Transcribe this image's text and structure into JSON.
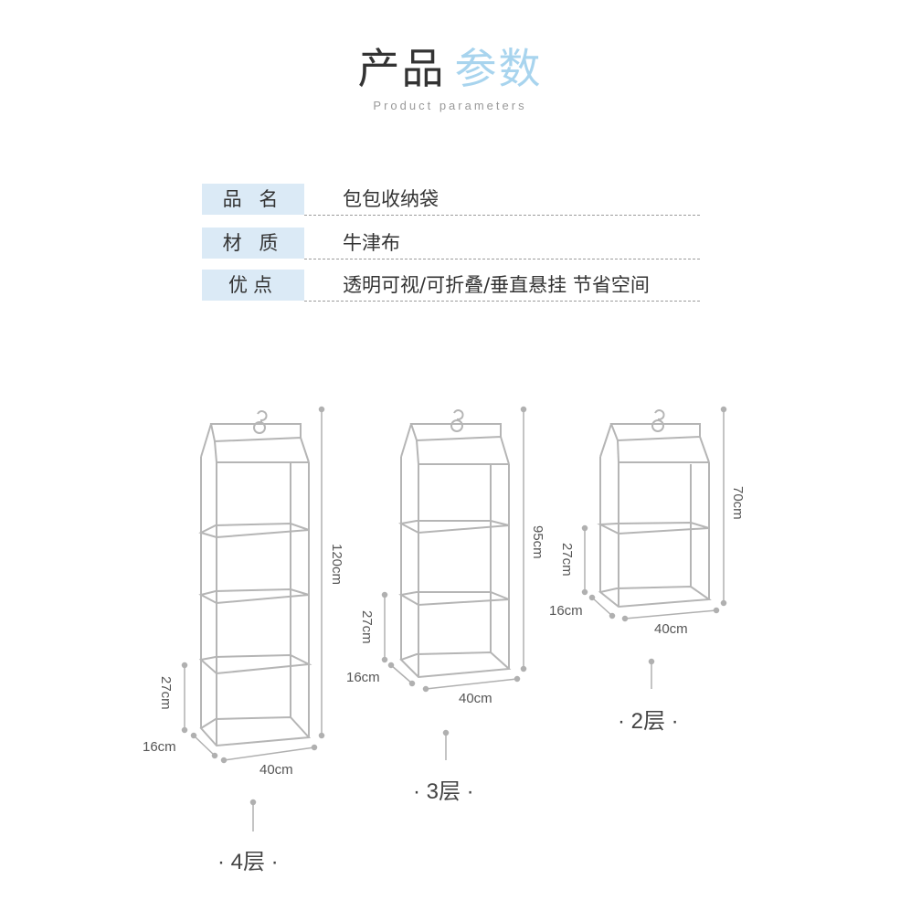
{
  "header": {
    "title_dark": "产品",
    "title_accent": "参数",
    "subtitle": "Product parameters"
  },
  "params": [
    {
      "label": "品 名",
      "value": "包包收纳袋"
    },
    {
      "label": "材 质",
      "value": "牛津布"
    },
    {
      "label": "优点",
      "value": "透明可视/可折叠/垂直悬挂 节省空间"
    }
  ],
  "products": [
    {
      "name": "· 4层 ·",
      "height": "120cm",
      "layer_height": "27cm",
      "depth": "16cm",
      "width": "40cm"
    },
    {
      "name": "· 3层 ·",
      "height": "95cm",
      "layer_height": "27cm",
      "depth": "16cm",
      "width": "40cm"
    },
    {
      "name": "· 2层 ·",
      "height": "70cm",
      "layer_height": "27cm",
      "depth": "16cm",
      "width": "40cm"
    }
  ],
  "colors": {
    "accent": "#a8d4ee",
    "label_bg": "#dbeaf6",
    "outline": "#bdbdbd"
  }
}
